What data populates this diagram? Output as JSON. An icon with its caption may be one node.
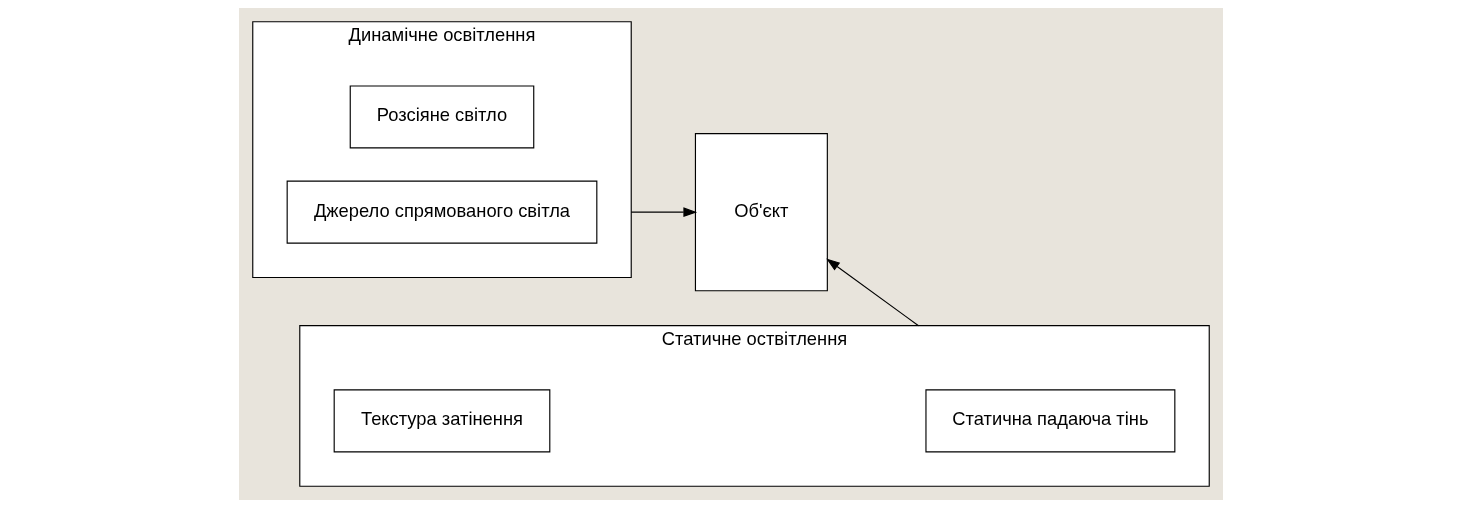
{
  "diagram": {
    "nodes": [
      {
        "text": [
          "Динамічне освітлення"
        ]
      },
      {
        "text": [
          "Розсіяне світло"
        ],
        "in": 0
      },
      {
        "text": [
          "Джерело спрямованого світла"
        ],
        "in": 0
      },
      {
        "text": [
          "Об'єкт"
        ]
      },
      {
        "text": [
          "Статичне оствітлення"
        ]
      },
      {
        "text": [
          "Текстура затінення"
        ],
        "in": 4
      },
      {
        "text": [
          "Статична падаюча тінь"
        ],
        "in": 4
      }
    ],
    "edges": [
      {
        "from": 0,
        "to": 3,
        "arrow": "to"
      },
      {
        "from": 4,
        "to": 3,
        "arrow": "to"
      }
    ]
  }
}
